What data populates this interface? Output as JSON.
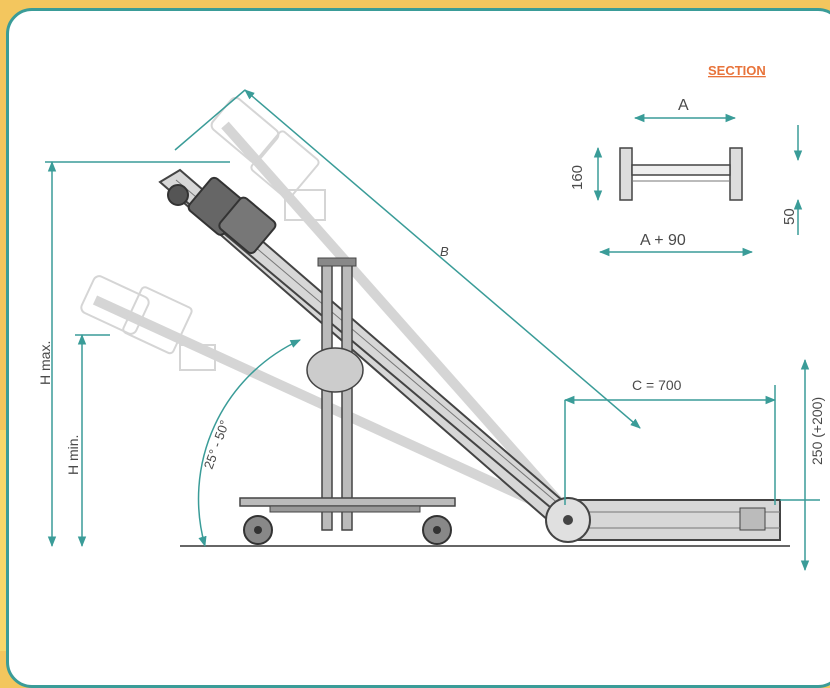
{
  "section_title": "SECTION",
  "labels": {
    "width_a": "A",
    "height_160": "160",
    "height_50": "50",
    "width_a90": "A + 90",
    "length_b": "B",
    "c_700": "C = 700",
    "h_250": "250 (+200)",
    "h_max": "H max.",
    "h_min": "H min.",
    "angle": "25° - 50°"
  },
  "colors": {
    "background": "#f3c65e",
    "frame_border": "#3a9c98",
    "dimension_line": "#3a9c98",
    "machine": "#555555",
    "section_title": "#e8733a"
  }
}
